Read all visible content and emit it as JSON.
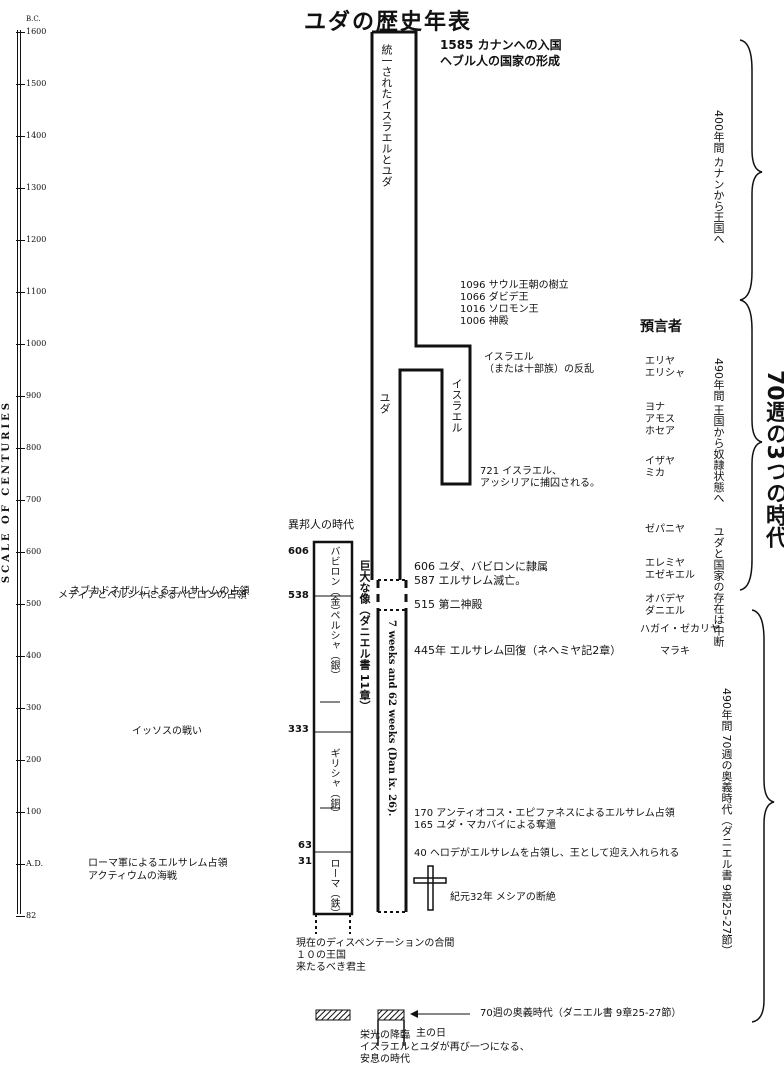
{
  "title": "ユダの歴史年表",
  "scale": {
    "unit_label": "B.C.",
    "side_label": "SCALE OF CENTURIES",
    "ticks": [
      "1600",
      "1500",
      "1400",
      "1300",
      "1200",
      "1100",
      "1000",
      "900",
      "800",
      "700",
      "600",
      "500",
      "400",
      "300",
      "200",
      "100",
      "A.D.",
      "82"
    ]
  },
  "kingdom": {
    "united": "統一されたイスラエルとユダ",
    "judah": "ユダ",
    "israel": "イスラエル"
  },
  "gentiles": {
    "header": "異邦人の時代",
    "image_label": "巨大な像（ダニエル書 11章）",
    "weeks_label": "7 weeks and 62 weeks (Dan ix. 26).",
    "empires": [
      {
        "name": "バビロン（金）"
      },
      {
        "name": "ペルシャ（銀）"
      },
      {
        "name": "ギリシャ（銅）"
      },
      {
        "name": "ローマ（鉄）"
      }
    ],
    "years": [
      "606",
      "538",
      "333",
      "63",
      "31"
    ]
  },
  "left_events": [
    "ネブカドネザルによるエルサレムの占領",
    "メディアとペルシャによるバビロンの占領",
    "イッソスの戦い",
    "ローマ軍によるエルサレム占領",
    "アクティウムの海戦"
  ],
  "events": {
    "canaan1": "1585 カナンへの入国",
    "canaan2": "ヘブル人の国家の形成",
    "e1096": "1096 サウル王朝の樹立",
    "e1066": "1066 ダビデ王",
    "e1016": "1016 ソロモン王",
    "e1006": "1006 神殿",
    "revolt1": "イスラエル",
    "revolt2": "（または十部族）の反乱",
    "e721a": "721 イスラエル、",
    "e721b": "アッシリアに捕囚される。",
    "e606": "606 ユダ、バビロンに隷属",
    "e587": "587 エルサレム滅亡。",
    "e515": "515 第二神殿",
    "e445": "445年 エルサレム回復（ネヘミヤ記2章）",
    "e170": "170 アンティオコス・エピファネスによるエルサレム占領",
    "e165": "165 ユダ・マカバイによる奪還",
    "e40": "40 ヘロデがエルサレムを占領し、王として迎え入れられる",
    "e32": "紀元32年 メシアの断絶"
  },
  "prophets": {
    "header": "預言者",
    "names": [
      "エリヤ",
      "エリシャ",
      "ヨナ",
      "アモス",
      "ホセア",
      "イザヤ",
      "ミカ",
      "ゼパニヤ",
      "エレミヤ",
      "エゼキエル",
      "オバデヤ",
      "ダニエル",
      "ハガイ・ゼカリヤ",
      "マラキ"
    ]
  },
  "periods": {
    "p1": "400年間 カナンから王国へ",
    "p2": "490年間 王国から奴隷状態へ",
    "p3": "ユダと国家の存在は中断",
    "p4": "490年間 70週の奥義時代（ダニエル書 9章25-27節）",
    "big": "70週の3つの時代"
  },
  "bottom": {
    "disp1": "現在のディスペンテーションの合間",
    "disp2": "１０の王国",
    "disp3": "来たるべき君主",
    "weeks70": "70週の奥義時代（ダニエル書 9章25-27節）",
    "lords_day": "主の日",
    "glory1": "栄光の降臨",
    "glory2": "イスラエルとユダが再び一つになる、",
    "glory3": "安息の時代"
  }
}
